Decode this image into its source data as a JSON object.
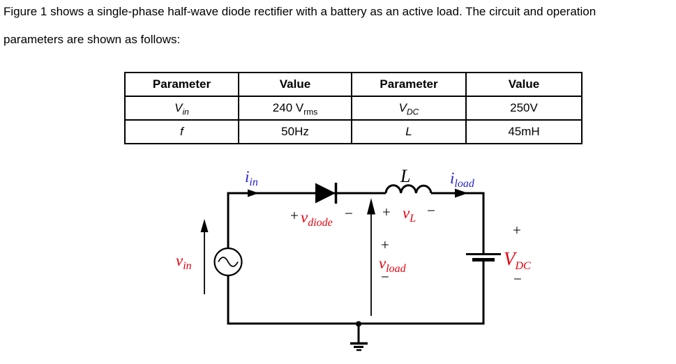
{
  "page": {
    "paragraph_line1": "Figure 1 shows a single-phase half-wave diode rectifier with a battery as an active load. The circuit and operation",
    "paragraph_line2": "parameters are shown as follows:"
  },
  "table": {
    "headers": [
      "Parameter",
      "Value",
      "Parameter",
      "Value"
    ],
    "rows": [
      [
        {
          "main": "V",
          "sub": "in"
        },
        {
          "main": "240 V",
          "sub": "rms"
        },
        {
          "main": "V",
          "sub": "DC"
        },
        {
          "main": "250V"
        }
      ],
      [
        {
          "main": "f"
        },
        {
          "main": "50Hz"
        },
        {
          "main": "L"
        },
        {
          "main": "45mH"
        }
      ]
    ]
  },
  "circuit": {
    "colors": {
      "voltage_label": "#e8000d",
      "current_label": "#2722cc",
      "line": "#000000"
    },
    "labels": {
      "i_in": {
        "main": "i",
        "sub": "in"
      },
      "v_in": {
        "main": "v",
        "sub": "in"
      },
      "v_diode_plus": "+",
      "v_diode": {
        "main": "v",
        "sub": "diode"
      },
      "v_diode_minus": "−",
      "inductor": "L",
      "v_L_plus": "+",
      "v_L": {
        "main": "v",
        "sub": "L"
      },
      "v_L_minus": "−",
      "i_load": {
        "main": "i",
        "sub": "load"
      },
      "v_load_plus": "+",
      "v_load": {
        "main": "v",
        "sub": "load"
      },
      "v_load_minus": "−",
      "V_DC_plus": "+",
      "V_DC": {
        "main": "V",
        "sub": "DC"
      },
      "V_DC_minus": "−"
    }
  }
}
